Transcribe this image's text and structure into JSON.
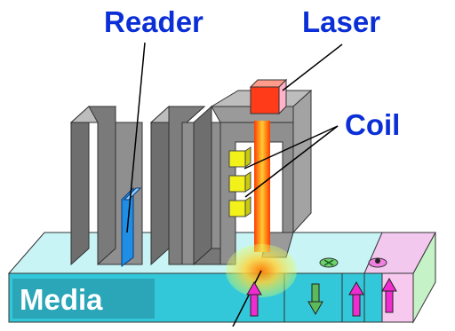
{
  "labels": {
    "reader": "Reader",
    "laser": "Laser",
    "coil": "Coil",
    "media": "Media"
  },
  "colors": {
    "label_blue": "#0a2fd6",
    "media_band": "#33c8d9",
    "media_top": "#c9f4f6",
    "media_label_bg": "#238b9c",
    "plate_front": "#8f8f8f",
    "plate_side": "#6e6e6e",
    "reader_strip": "#1f8fe6",
    "laser_box": "#ff3b1a",
    "coil_block": "#f2f21a",
    "beam": "#ff7a00",
    "up_arrow": "#f02cd1",
    "down_arrow": "#2ea44a"
  },
  "icons": [
    "up-arrow-icon",
    "down-arrow-icon",
    "bit-dot-icon",
    "bit-cross-icon"
  ]
}
